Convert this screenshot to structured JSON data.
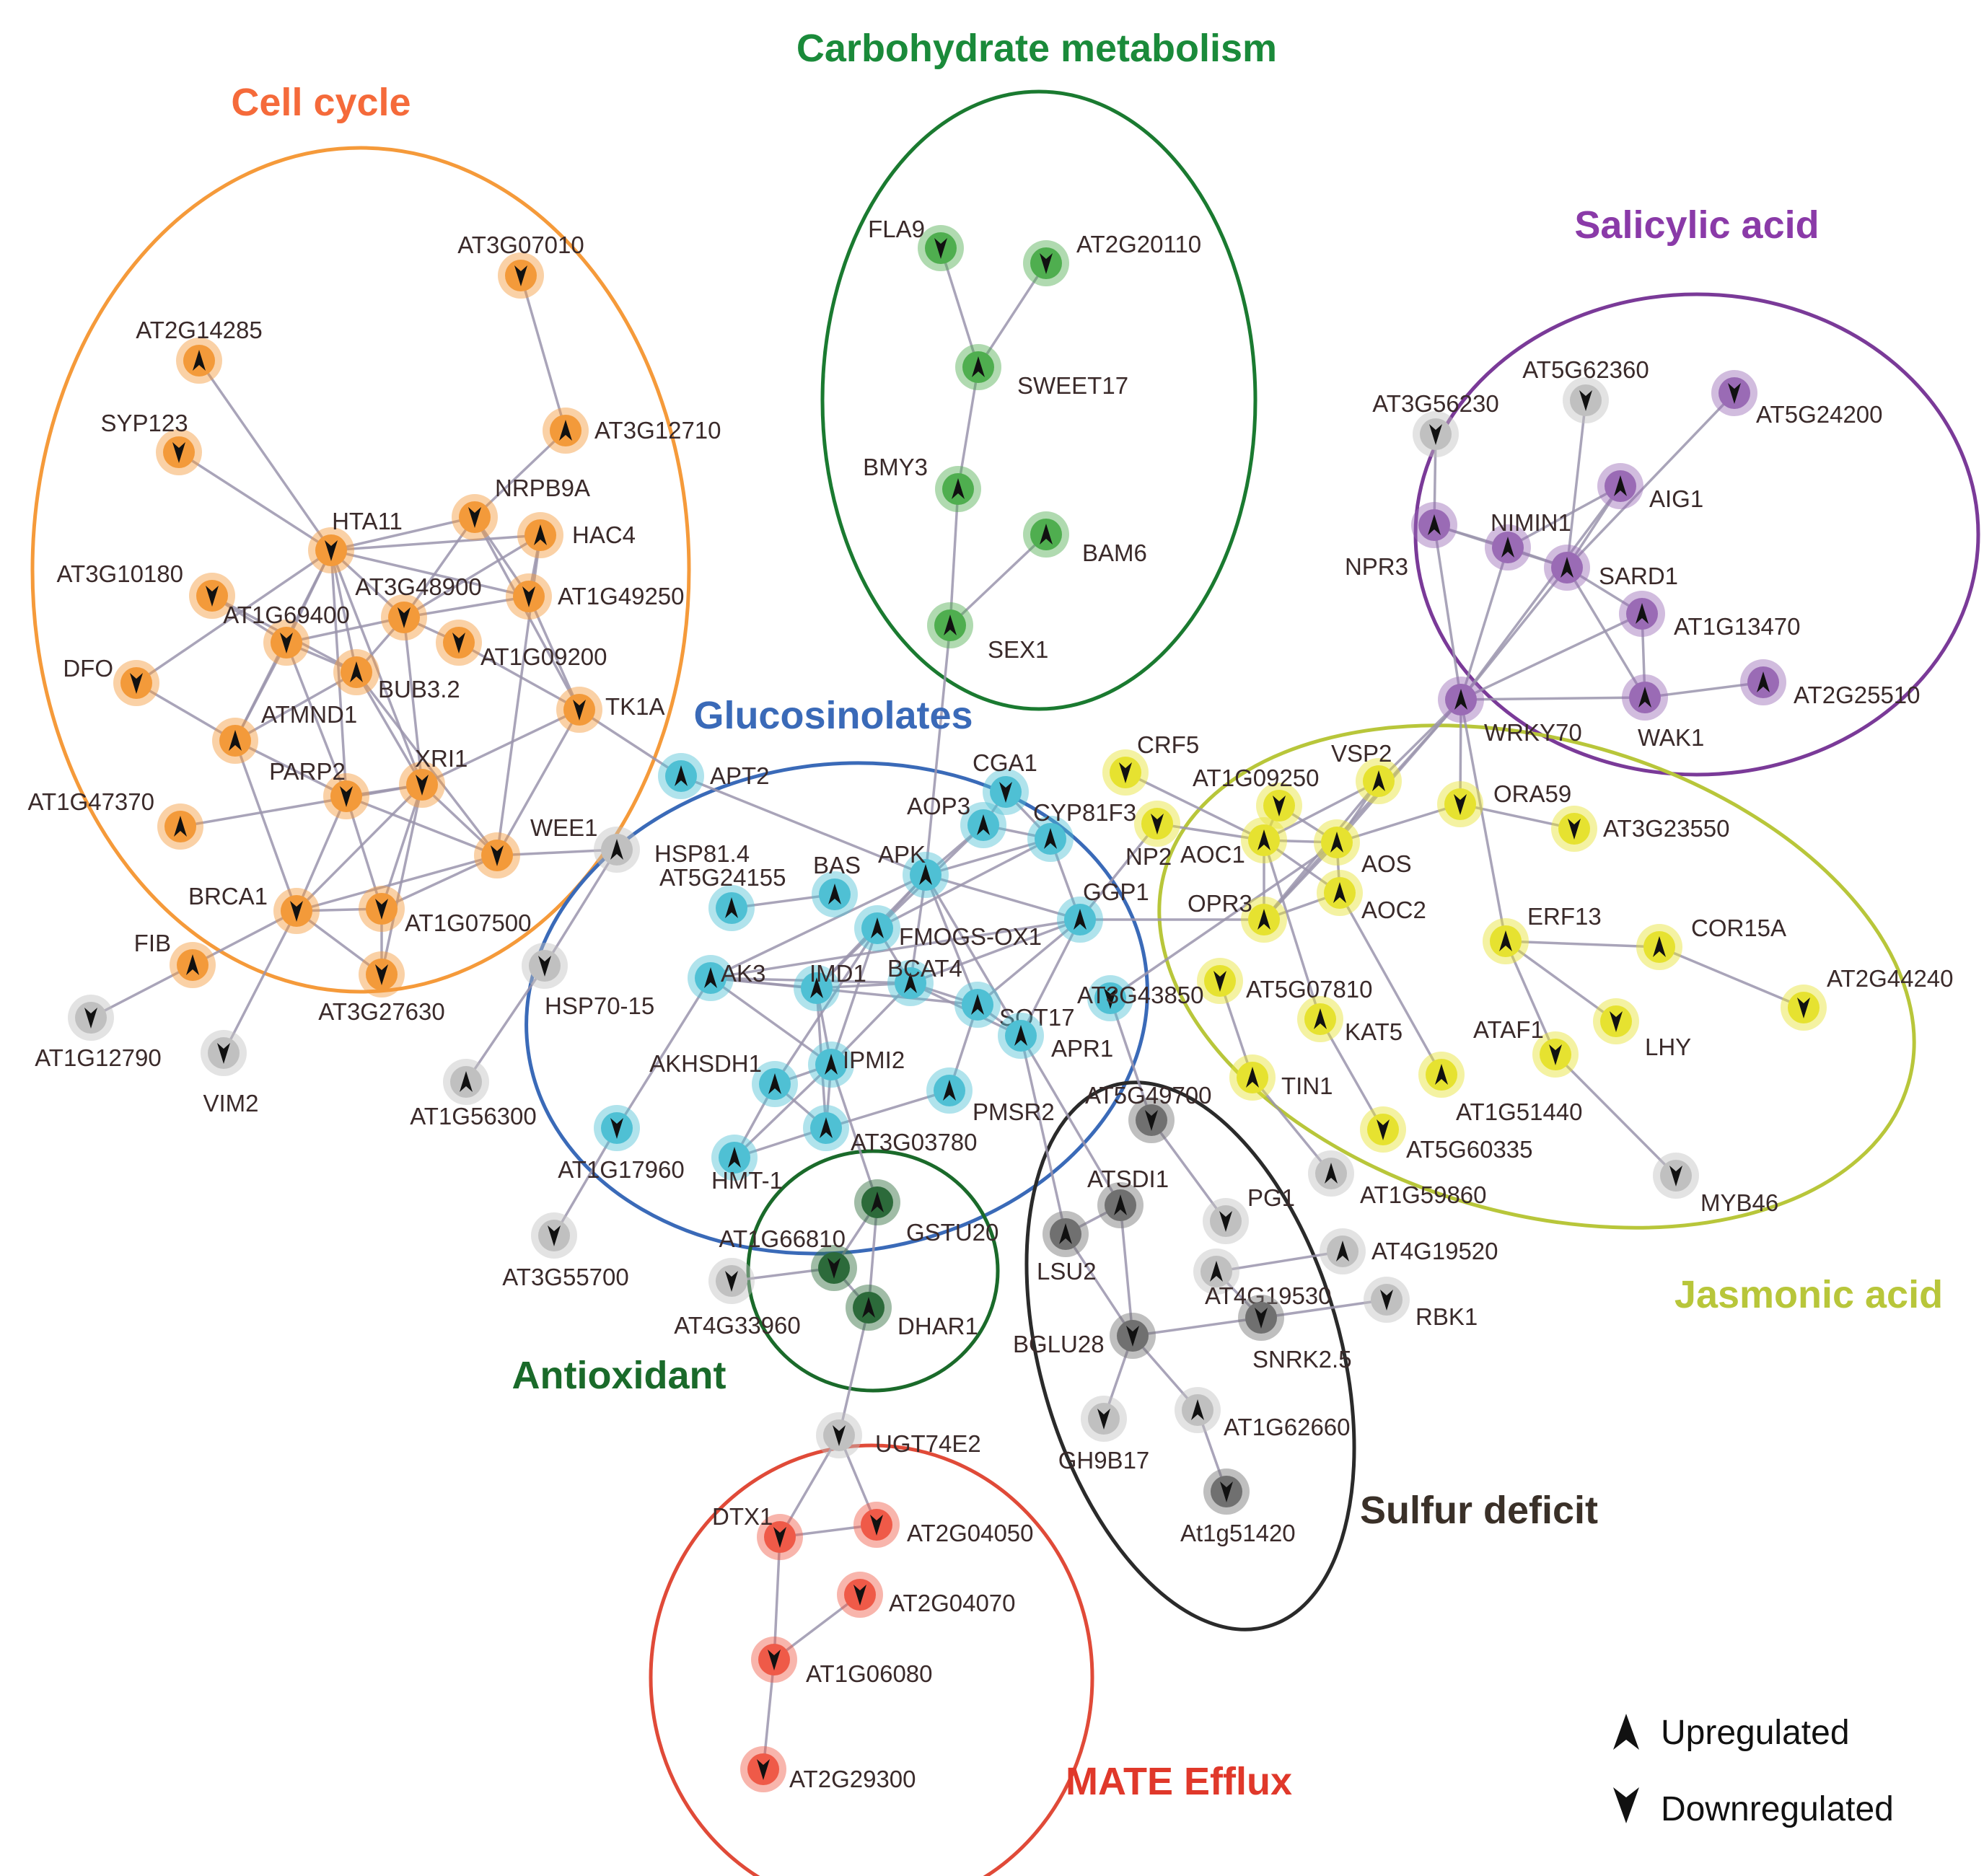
{
  "colors": {
    "cell": "#f39a3a",
    "carb": "#4fae4f",
    "sal": "#9a6bb5",
    "jas": "#e6e230",
    "glu": "#4fc0d4",
    "anti": "#2c6a3a",
    "sulf": "#707070",
    "mate": "#ef5a48",
    "other": "#c0c0c0",
    "edge": "#9b95ad"
  },
  "clusters": [
    {
      "name": "Cell cycle",
      "color": "#f56a3a",
      "stroke": "#f59a3a"
    },
    {
      "name": "Carbohydrate metabolism",
      "color": "#1a8a3a",
      "stroke": "#1a7a30"
    },
    {
      "name": "Salicylic acid",
      "color": "#8a3aa8",
      "stroke": "#7a3a98"
    },
    {
      "name": "Glucosinolates",
      "color": "#3a6ab8",
      "stroke": "#3a6ab8"
    },
    {
      "name": "Jasmonic acid",
      "color": "#b8c63a",
      "stroke": "#b8c63a"
    },
    {
      "name": "Antioxidant",
      "color": "#1a6a2a",
      "stroke": "#1a6a2a"
    },
    {
      "name": "Sulfur deficit",
      "color": "#3a3028",
      "stroke": "#2a2a2a"
    },
    {
      "name": "MATE Efflux",
      "color": "#e0382a",
      "stroke": "#e04a38"
    }
  ],
  "nodes": [
    {
      "id": "AT3G07010",
      "g": "cell",
      "d": "down"
    },
    {
      "id": "AT2G14285",
      "g": "cell",
      "d": "up"
    },
    {
      "id": "AT3G12710",
      "g": "cell",
      "d": "up"
    },
    {
      "id": "SYP123",
      "g": "cell",
      "d": "down"
    },
    {
      "id": "NRPB9A",
      "g": "cell",
      "d": "down"
    },
    {
      "id": "HTA11",
      "g": "cell",
      "d": "down"
    },
    {
      "id": "HAC4",
      "g": "cell",
      "d": "up"
    },
    {
      "id": "AT3G10180",
      "g": "cell",
      "d": "down"
    },
    {
      "id": "AT3G48900",
      "g": "cell",
      "d": "down"
    },
    {
      "id": "AT1G49250",
      "g": "cell",
      "d": "down"
    },
    {
      "id": "AT1G69400",
      "g": "cell",
      "d": "down"
    },
    {
      "id": "BUB3.2",
      "g": "cell",
      "d": "up"
    },
    {
      "id": "AT1G09200",
      "g": "cell",
      "d": "down"
    },
    {
      "id": "DFO",
      "g": "cell",
      "d": "down"
    },
    {
      "id": "TK1A",
      "g": "cell",
      "d": "down"
    },
    {
      "id": "ATMND1",
      "g": "cell",
      "d": "up"
    },
    {
      "id": "XRI1",
      "g": "cell",
      "d": "down"
    },
    {
      "id": "PARP2",
      "g": "cell",
      "d": "down"
    },
    {
      "id": "AT1G47370",
      "g": "cell",
      "d": "up"
    },
    {
      "id": "WEE1",
      "g": "cell",
      "d": "down"
    },
    {
      "id": "BRCA1",
      "g": "cell",
      "d": "down"
    },
    {
      "id": "AT1G07500",
      "g": "cell",
      "d": "down"
    },
    {
      "id": "AT3G27630",
      "g": "cell",
      "d": "down"
    },
    {
      "id": "FIB",
      "g": "cell",
      "d": "up"
    },
    {
      "id": "AT1G12790",
      "g": "other",
      "d": "down"
    },
    {
      "id": "VIM2",
      "g": "other",
      "d": "down"
    },
    {
      "id": "FLA9",
      "g": "carb",
      "d": "down"
    },
    {
      "id": "AT2G20110",
      "g": "carb",
      "d": "down"
    },
    {
      "id": "SWEET17",
      "g": "carb",
      "d": "up"
    },
    {
      "id": "BMY3",
      "g": "carb",
      "d": "up"
    },
    {
      "id": "BAM6",
      "g": "carb",
      "d": "up"
    },
    {
      "id": "SEX1",
      "g": "carb",
      "d": "up"
    },
    {
      "id": "AT5G62360",
      "g": "other",
      "d": "down"
    },
    {
      "id": "AT3G56230",
      "g": "other",
      "d": "down"
    },
    {
      "id": "AT5G24200",
      "g": "sal",
      "d": "down"
    },
    {
      "id": "AIG1",
      "g": "sal",
      "d": "up"
    },
    {
      "id": "NIMIN1",
      "g": "sal",
      "d": "up"
    },
    {
      "id": "NPR3",
      "g": "sal",
      "d": "up"
    },
    {
      "id": "SARD1",
      "g": "sal",
      "d": "up"
    },
    {
      "id": "AT1G13470",
      "g": "sal",
      "d": "up"
    },
    {
      "id": "WRKY70",
      "g": "sal",
      "d": "up"
    },
    {
      "id": "WAK1",
      "g": "sal",
      "d": "up"
    },
    {
      "id": "AT2G25510",
      "g": "sal",
      "d": "up"
    },
    {
      "id": "CRF5",
      "g": "jas",
      "d": "down"
    },
    {
      "id": "NP2",
      "g": "jas",
      "d": "down"
    },
    {
      "id": "AT1G09250",
      "g": "jas",
      "d": "down"
    },
    {
      "id": "VSP2",
      "g": "jas",
      "d": "up"
    },
    {
      "id": "ORA59",
      "g": "jas",
      "d": "down"
    },
    {
      "id": "AT3G23550",
      "g": "jas",
      "d": "down"
    },
    {
      "id": "AOC1",
      "g": "jas",
      "d": "up"
    },
    {
      "id": "AOS",
      "g": "jas",
      "d": "up"
    },
    {
      "id": "AOC2",
      "g": "jas",
      "d": "up"
    },
    {
      "id": "OPR3",
      "g": "jas",
      "d": "up"
    },
    {
      "id": "ERF13",
      "g": "jas",
      "d": "up"
    },
    {
      "id": "COR15A",
      "g": "jas",
      "d": "up"
    },
    {
      "id": "AT2G44240",
      "g": "jas",
      "d": "down"
    },
    {
      "id": "AT5G07810",
      "g": "jas",
      "d": "down"
    },
    {
      "id": "KAT5",
      "g": "jas",
      "d": "up"
    },
    {
      "id": "ATAF1",
      "g": "jas",
      "d": "down"
    },
    {
      "id": "LHY",
      "g": "jas",
      "d": "down"
    },
    {
      "id": "TIN1",
      "g": "jas",
      "d": "up"
    },
    {
      "id": "AT1G51440",
      "g": "jas",
      "d": "up"
    },
    {
      "id": "AT5G60335",
      "g": "jas",
      "d": "down"
    },
    {
      "id": "AT1G59860",
      "g": "other",
      "d": "up"
    },
    {
      "id": "MYB46",
      "g": "other",
      "d": "down"
    },
    {
      "id": "APT2",
      "g": "glu",
      "d": "up"
    },
    {
      "id": "CGA1",
      "g": "glu",
      "d": "down"
    },
    {
      "id": "AOP3",
      "g": "glu",
      "d": "up"
    },
    {
      "id": "CYP81F3",
      "g": "glu",
      "d": "up"
    },
    {
      "id": "HSP81.4",
      "g": "other",
      "d": "up"
    },
    {
      "id": "BAS",
      "g": "glu",
      "d": "up"
    },
    {
      "id": "APK",
      "g": "glu",
      "d": "up"
    },
    {
      "id": "AT5G24155",
      "g": "glu",
      "d": "up"
    },
    {
      "id": "GGP1",
      "g": "glu",
      "d": "up"
    },
    {
      "id": "FMOGS-OX1",
      "g": "glu",
      "d": "up"
    },
    {
      "id": "AK3",
      "g": "glu",
      "d": "up"
    },
    {
      "id": "IMD1",
      "g": "glu",
      "d": "up"
    },
    {
      "id": "BCAT4",
      "g": "glu",
      "d": "up"
    },
    {
      "id": "AT3G43850",
      "g": "glu",
      "d": "down"
    },
    {
      "id": "SOT17",
      "g": "glu",
      "d": "up"
    },
    {
      "id": "HSP70-15",
      "g": "other",
      "d": "down"
    },
    {
      "id": "IPMI2",
      "g": "glu",
      "d": "up"
    },
    {
      "id": "APR1",
      "g": "glu",
      "d": "up"
    },
    {
      "id": "AKHSDH1",
      "g": "glu",
      "d": "up"
    },
    {
      "id": "PMSR2",
      "g": "glu",
      "d": "up"
    },
    {
      "id": "AT1G56300",
      "g": "other",
      "d": "up"
    },
    {
      "id": "AT3G03780",
      "g": "glu",
      "d": "up"
    },
    {
      "id": "AT1G17960",
      "g": "glu",
      "d": "down"
    },
    {
      "id": "HMT-1",
      "g": "glu",
      "d": "up"
    },
    {
      "id": "AT3G55700",
      "g": "other",
      "d": "down"
    },
    {
      "id": "GSTU20",
      "g": "anti",
      "d": "up"
    },
    {
      "id": "AT1G66810",
      "g": "anti",
      "d": "down"
    },
    {
      "id": "DHAR1",
      "g": "anti",
      "d": "up"
    },
    {
      "id": "AT4G33960",
      "g": "other",
      "d": "down"
    },
    {
      "id": "AT5G49700",
      "g": "sulf",
      "d": "down"
    },
    {
      "id": "ATSDI1",
      "g": "sulf",
      "d": "up"
    },
    {
      "id": "LSU2",
      "g": "sulf",
      "d": "up"
    },
    {
      "id": "PG1",
      "g": "other",
      "d": "down"
    },
    {
      "id": "AT4G19520",
      "g": "other",
      "d": "up"
    },
    {
      "id": "AT4G19530",
      "g": "other",
      "d": "up"
    },
    {
      "id": "RBK1",
      "g": "other",
      "d": "down"
    },
    {
      "id": "SNRK2.5",
      "g": "sulf",
      "d": "down"
    },
    {
      "id": "BGLU28",
      "g": "sulf",
      "d": "down"
    },
    {
      "id": "AT1G62660",
      "g": "other",
      "d": "up"
    },
    {
      "id": "GH9B17",
      "g": "other",
      "d": "down"
    },
    {
      "id": "At1g51420",
      "g": "sulf",
      "d": "down"
    },
    {
      "id": "UGT74E2",
      "g": "other",
      "d": "down"
    },
    {
      "id": "DTX1",
      "g": "mate",
      "d": "down"
    },
    {
      "id": "AT2G04050",
      "g": "mate",
      "d": "down"
    },
    {
      "id": "AT2G04070",
      "g": "mate",
      "d": "down"
    },
    {
      "id": "AT1G06080",
      "g": "mate",
      "d": "down"
    },
    {
      "id": "AT2G29300",
      "g": "mate",
      "d": "down"
    }
  ],
  "edges": [
    [
      "AT3G07010",
      "AT3G12710"
    ],
    [
      "AT3G12710",
      "NRPB9A"
    ],
    [
      "AT2G14285",
      "HTA11"
    ],
    [
      "SYP123",
      "HTA11"
    ],
    [
      "HTA11",
      "NRPB9A"
    ],
    [
      "HTA11",
      "HAC4"
    ],
    [
      "HTA11",
      "AT1G69400"
    ],
    [
      "HTA11",
      "AT3G48900"
    ],
    [
      "HTA11",
      "BUB3.2"
    ],
    [
      "HTA11",
      "AT1G49250"
    ],
    [
      "HTA11",
      "XRI1"
    ],
    [
      "HTA11",
      "PARP2"
    ],
    [
      "HTA11",
      "ATMND1"
    ],
    [
      "HTA11",
      "DFO"
    ],
    [
      "NRPB9A",
      "AT1G49250"
    ],
    [
      "NRPB9A",
      "AT3G48900"
    ],
    [
      "NRPB9A",
      "TK1A"
    ],
    [
      "HAC4",
      "AT1G49250"
    ],
    [
      "HAC4",
      "AT3G48900"
    ],
    [
      "HAC4",
      "WEE1"
    ],
    [
      "AT3G10180",
      "AT1G69400"
    ],
    [
      "AT3G10180",
      "BUB3.2"
    ],
    [
      "AT3G48900",
      "AT1G69400"
    ],
    [
      "AT3G48900",
      "BUB3.2"
    ],
    [
      "AT3G48900",
      "AT1G09200"
    ],
    [
      "AT3G48900",
      "XRI1"
    ],
    [
      "AT3G48900",
      "AT1G49250"
    ],
    [
      "AT1G69400",
      "BUB3.2"
    ],
    [
      "AT1G69400",
      "ATMND1"
    ],
    [
      "AT1G69400",
      "PARP2"
    ],
    [
      "BUB3.2",
      "XRI1"
    ],
    [
      "BUB3.2",
      "WEE1"
    ],
    [
      "BUB3.2",
      "ATMND1"
    ],
    [
      "DFO",
      "ATMND1"
    ],
    [
      "ATMND1",
      "BRCA1"
    ],
    [
      "ATMND1",
      "PARP2"
    ],
    [
      "XRI1",
      "PARP2"
    ],
    [
      "XRI1",
      "WEE1"
    ],
    [
      "XRI1",
      "BRCA1"
    ],
    [
      "XRI1",
      "AT1G07500"
    ],
    [
      "XRI1",
      "AT3G27630"
    ],
    [
      "XRI1",
      "TK1A"
    ],
    [
      "PARP2",
      "BRCA1"
    ],
    [
      "PARP2",
      "AT1G07500"
    ],
    [
      "PARP2",
      "WEE1"
    ],
    [
      "AT1G47370",
      "XRI1"
    ],
    [
      "WEE1",
      "BRCA1"
    ],
    [
      "WEE1",
      "AT1G07500"
    ],
    [
      "WEE1",
      "TK1A"
    ],
    [
      "BRCA1",
      "AT1G07500"
    ],
    [
      "BRCA1",
      "AT3G27630"
    ],
    [
      "AT1G07500",
      "AT3G27630"
    ],
    [
      "BRCA1",
      "FIB"
    ],
    [
      "FIB",
      "AT1G12790"
    ],
    [
      "BRCA1",
      "VIM2"
    ],
    [
      "TK1A",
      "APT2"
    ],
    [
      "WEE1",
      "HSP81.4"
    ],
    [
      "AT1G09200",
      "TK1A"
    ],
    [
      "AT1G49250",
      "TK1A"
    ],
    [
      "FLA9",
      "SWEET17"
    ],
    [
      "AT2G20110",
      "SWEET17"
    ],
    [
      "SWEET17",
      "BMY3"
    ],
    [
      "BMY3",
      "SEX1"
    ],
    [
      "BAM6",
      "SEX1"
    ],
    [
      "SEX1",
      "APK"
    ],
    [
      "AT5G62360",
      "SARD1"
    ],
    [
      "AT3G56230",
      "NPR3"
    ],
    [
      "AT5G24200",
      "SARD1"
    ],
    [
      "AIG1",
      "SARD1"
    ],
    [
      "AIG1",
      "NIMIN1"
    ],
    [
      "NIMIN1",
      "NPR3"
    ],
    [
      "NIMIN1",
      "SARD1"
    ],
    [
      "NPR3",
      "SARD1"
    ],
    [
      "NPR3",
      "WRKY70"
    ],
    [
      "NIMIN1",
      "WRKY70"
    ],
    [
      "SARD1",
      "WRKY70"
    ],
    [
      "SARD1",
      "AT1G13470"
    ],
    [
      "SARD1",
      "WAK1"
    ],
    [
      "AT1G13470",
      "WRKY70"
    ],
    [
      "AT1G13470",
      "WAK1"
    ],
    [
      "WRKY70",
      "WAK1"
    ],
    [
      "WAK1",
      "AT2G25510"
    ],
    [
      "AIG1",
      "WRKY70"
    ],
    [
      "WRKY70",
      "VSP2"
    ],
    [
      "WRKY70",
      "AOS"
    ],
    [
      "WRKY70",
      "OPR3"
    ],
    [
      "WRKY70",
      "ORA59"
    ],
    [
      "WRKY70",
      "ERF13"
    ],
    [
      "CRF5",
      "AOC1"
    ],
    [
      "NP2",
      "AOC1"
    ],
    [
      "AT1G09250",
      "AOC1"
    ],
    [
      "AT1G09250",
      "AOS"
    ],
    [
      "VSP2",
      "AOS"
    ],
    [
      "VSP2",
      "AOC1"
    ],
    [
      "VSP2",
      "OPR3"
    ],
    [
      "ORA59",
      "AOS"
    ],
    [
      "ORA59",
      "AT3G23550"
    ],
    [
      "AOC1",
      "AOS"
    ],
    [
      "AOC1",
      "OPR3"
    ],
    [
      "AOS",
      "AOC2"
    ],
    [
      "AOS",
      "OPR3"
    ],
    [
      "AOC2",
      "OPR3"
    ],
    [
      "AOC1",
      "AOC2"
    ],
    [
      "AOC1",
      "KAT5"
    ],
    [
      "ERF13",
      "COR15A"
    ],
    [
      "COR15A",
      "AT2G44240"
    ],
    [
      "ERF13",
      "LHY"
    ],
    [
      "ERF13",
      "ATAF1"
    ],
    [
      "ATAF1",
      "MYB46"
    ],
    [
      "AOC2",
      "AT1G51440"
    ],
    [
      "AT5G07810",
      "TIN1"
    ],
    [
      "KAT5",
      "AT5G60335"
    ],
    [
      "TIN1",
      "AT1G59860"
    ],
    [
      "OPR3",
      "GGP1"
    ],
    [
      "AOS",
      "AT3G43850"
    ],
    [
      "NP2",
      "GGP1"
    ],
    [
      "APT2",
      "APK"
    ],
    [
      "CGA1",
      "AOP3"
    ],
    [
      "CGA1",
      "CYP81F3"
    ],
    [
      "AOP3",
      "APK"
    ],
    [
      "AOP3",
      "FMOGS-OX1"
    ],
    [
      "AOP3",
      "CYP81F3"
    ],
    [
      "CYP81F3",
      "APK"
    ],
    [
      "CYP81F3",
      "GGP1"
    ],
    [
      "CYP81F3",
      "FMOGS-OX1"
    ],
    [
      "BAS",
      "AT5G24155"
    ],
    [
      "APK",
      "FMOGS-OX1"
    ],
    [
      "APK",
      "BCAT4"
    ],
    [
      "APK",
      "IMD1"
    ],
    [
      "APK",
      "GGP1"
    ],
    [
      "APK",
      "SOT17"
    ],
    [
      "APK",
      "APR1"
    ],
    [
      "APK",
      "AK3"
    ],
    [
      "FMOGS-OX1",
      "IMD1"
    ],
    [
      "FMOGS-OX1",
      "BCAT4"
    ],
    [
      "FMOGS-OX1",
      "IPMI2"
    ],
    [
      "FMOGS-OX1",
      "AKHSDH1"
    ],
    [
      "GGP1",
      "BCAT4"
    ],
    [
      "GGP1",
      "SOT17"
    ],
    [
      "GGP1",
      "AK3"
    ],
    [
      "GGP1",
      "APR1"
    ],
    [
      "AK3",
      "IMD1"
    ],
    [
      "AK3",
      "BCAT4"
    ],
    [
      "AK3",
      "SOT17"
    ],
    [
      "AK3",
      "IPMI2"
    ],
    [
      "AK3",
      "AT1G17960"
    ],
    [
      "IMD1",
      "BCAT4"
    ],
    [
      "IMD1",
      "IPMI2"
    ],
    [
      "BCAT4",
      "SOT17"
    ],
    [
      "BCAT4",
      "IPMI2"
    ],
    [
      "BCAT4",
      "APR1"
    ],
    [
      "SOT17",
      "APR1"
    ],
    [
      "SOT17",
      "PMSR2"
    ],
    [
      "IPMI2",
      "AKHSDH1"
    ],
    [
      "IPMI2",
      "AT3G03780"
    ],
    [
      "IPMI2",
      "HMT-1"
    ],
    [
      "IPMI2",
      "GSTU20"
    ],
    [
      "AKHSDH1",
      "HMT-1"
    ],
    [
      "AKHSDH1",
      "AT3G03780"
    ],
    [
      "AT3G03780",
      "HMT-1"
    ],
    [
      "AT3G03780",
      "PMSR2"
    ],
    [
      "APR1",
      "ATSDI1"
    ],
    [
      "APR1",
      "LSU2"
    ],
    [
      "AT3G43850",
      "AT5G49700"
    ],
    [
      "HSP81.4",
      "HSP70-15"
    ],
    [
      "HSP70-15",
      "AT1G56300"
    ],
    [
      "AT1G17960",
      "AT3G55700"
    ],
    [
      "IMD1",
      "AT3G03780"
    ],
    [
      "GSTU20",
      "AT1G66810"
    ],
    [
      "AT1G66810",
      "DHAR1"
    ],
    [
      "AT1G66810",
      "AT4G33960"
    ],
    [
      "GSTU20",
      "DHAR1"
    ],
    [
      "DHAR1",
      "UGT74E2"
    ],
    [
      "AT5G49700",
      "PG1"
    ],
    [
      "ATSDI1",
      "LSU2"
    ],
    [
      "ATSDI1",
      "BGLU28"
    ],
    [
      "LSU2",
      "BGLU28"
    ],
    [
      "BGLU28",
      "SNRK2.5"
    ],
    [
      "BGLU28",
      "AT1G62660"
    ],
    [
      "BGLU28",
      "GH9B17"
    ],
    [
      "AT1G62660",
      "At1g51420"
    ],
    [
      "AT4G19520",
      "AT4G19530"
    ],
    [
      "AT4G19530",
      "SNRK2.5"
    ],
    [
      "SNRK2.5",
      "RBK1"
    ],
    [
      "UGT74E2",
      "DTX1"
    ],
    [
      "UGT74E2",
      "AT2G04050"
    ],
    [
      "DTX1",
      "AT2G04050"
    ],
    [
      "DTX1",
      "AT1G06080"
    ],
    [
      "AT2G04070",
      "AT1G06080"
    ],
    [
      "AT1G06080",
      "AT2G29300"
    ]
  ],
  "legend": {
    "up": "Upregulated",
    "down": "Downregulated"
  }
}
